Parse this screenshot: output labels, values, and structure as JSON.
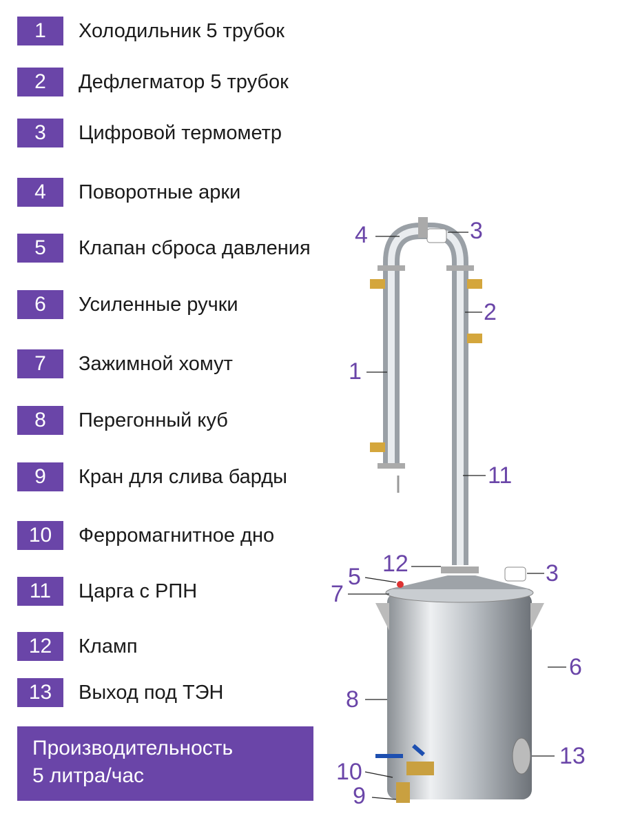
{
  "legend": [
    {
      "num": "1",
      "label": "Холодильник 5 трубок"
    },
    {
      "num": "2",
      "label": "Дефлегматор 5 трубок"
    },
    {
      "num": "3",
      "label": "Цифровой термометр"
    },
    {
      "num": "4",
      "label": "Поворотные арки"
    },
    {
      "num": "5",
      "label": "Клапан сброса давления"
    },
    {
      "num": "6",
      "label": "Усиленные ручки"
    },
    {
      "num": "7",
      "label": "Зажимной хомут"
    },
    {
      "num": "8",
      "label": "Перегонный куб"
    },
    {
      "num": "9",
      "label": "Кран для слива барды"
    },
    {
      "num": "10",
      "label": "Ферромагнитное дно"
    },
    {
      "num": "11",
      "label": "Царга с РПН"
    },
    {
      "num": "12",
      "label": "Кламп"
    },
    {
      "num": "13",
      "label": "Выход под ТЭН"
    }
  ],
  "performance": {
    "line1": "Производительность",
    "line2": "5 литра/час"
  },
  "callouts": [
    "4",
    "3",
    "2",
    "1",
    "11",
    "12",
    "5",
    "3",
    "7",
    "6",
    "8",
    "13",
    "10",
    "9"
  ],
  "colors": {
    "accent": "#6a45a8"
  }
}
